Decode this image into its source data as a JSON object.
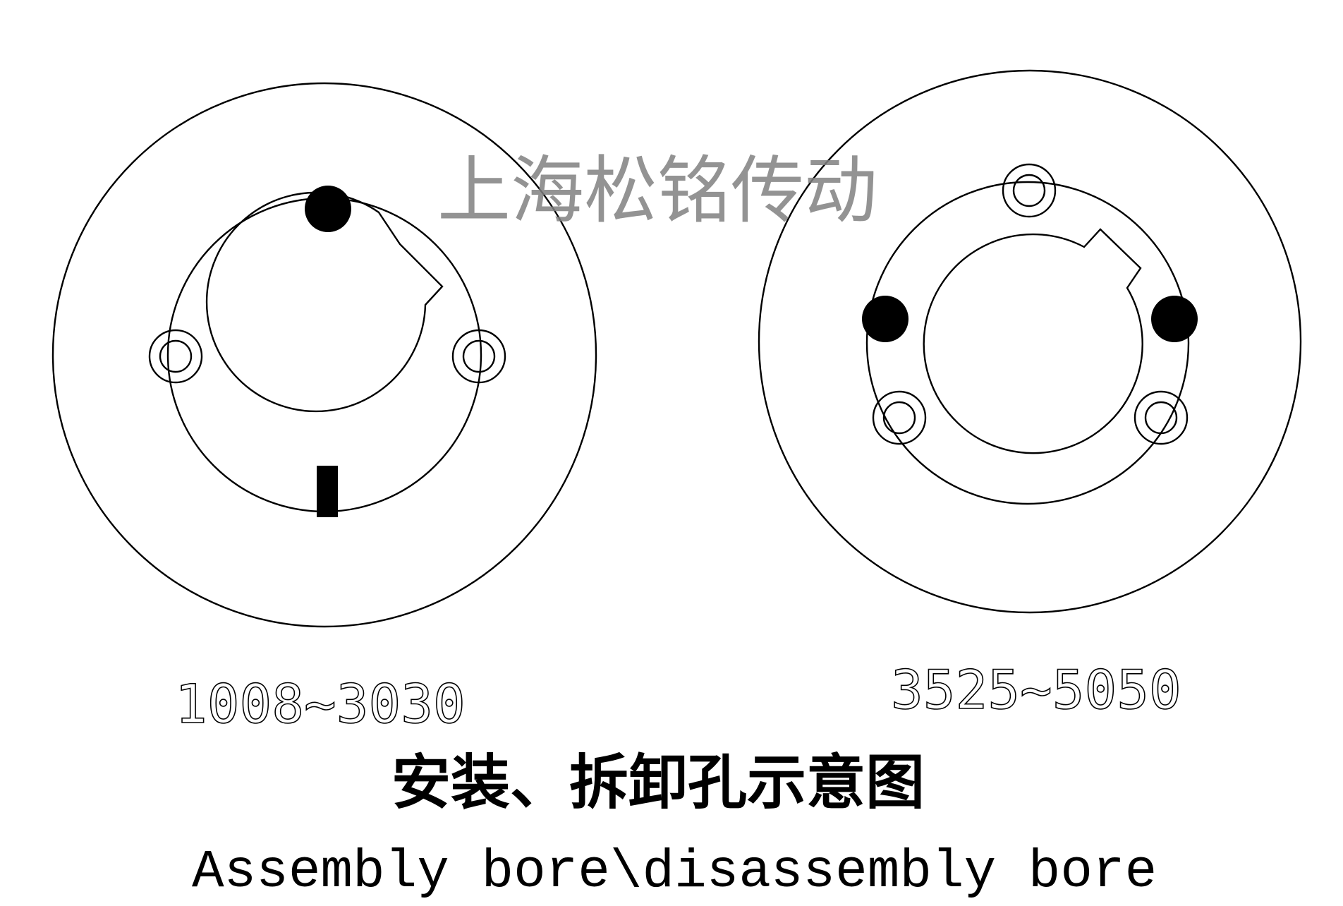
{
  "watermark": "上海松铭传动",
  "left_bushing": {
    "size_range": "1008~3030"
  },
  "right_bushing": {
    "size_range": "3525~5050"
  },
  "caption": {
    "chinese": "安装、拆卸孔示意图",
    "english": "Assembly bore\\disassembly bore"
  },
  "colors": {
    "line": "#000000",
    "watermark": "#808080",
    "background": "#ffffff"
  }
}
